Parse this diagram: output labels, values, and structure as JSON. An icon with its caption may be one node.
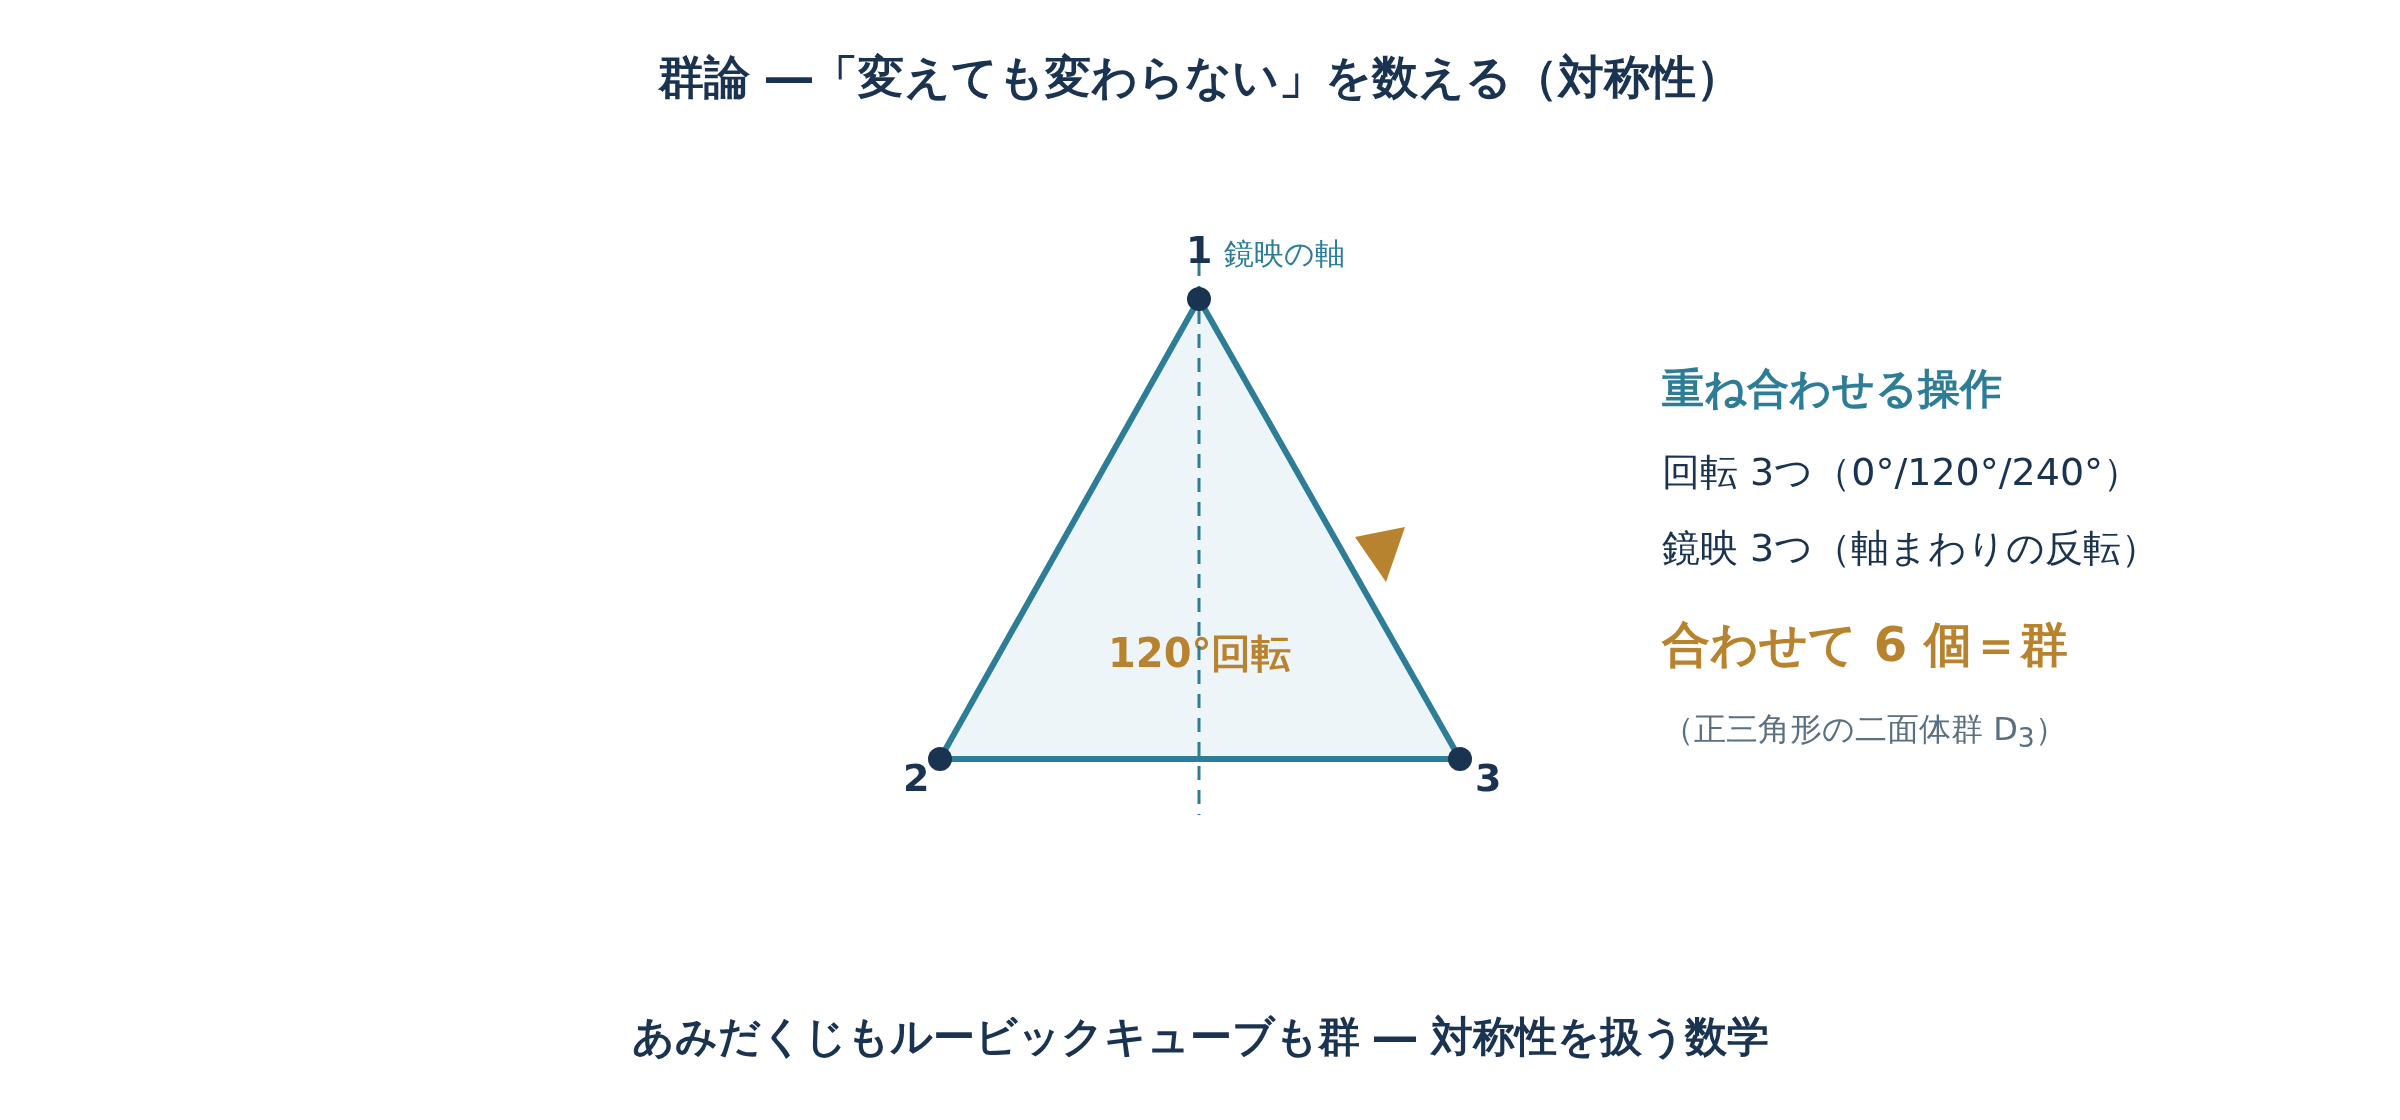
{
  "diagram": {
    "title": "群論 ―「変えても変わらない」を数える（対称性）",
    "caption": "あみだくじもルービックキューブも群 ― 対称性を扱う数学",
    "nodes": [
      {
        "text": [
          "120°回転"
        ]
      }
    ],
    "labels": [
      "1",
      "鏡映の軸",
      "重ね合わせる操作",
      "回転 3つ（0°/120°/240°）",
      "鏡映 3つ（軸まわりの反転）",
      "合わせて 6 個＝群",
      "（正三角形の二面体群 D$_{3}$）",
      "2",
      "3"
    ]
  }
}
